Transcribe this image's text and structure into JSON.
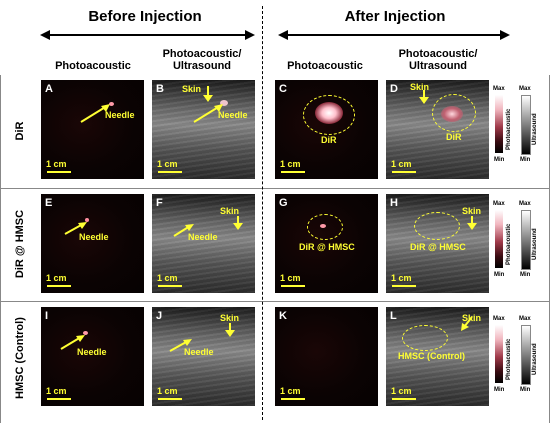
{
  "headers": {
    "before": "Before Injection",
    "after": "After Injection"
  },
  "columns": {
    "pa": "Photoacoustic",
    "pa_us_line1": "Photoacoustic/",
    "pa_us_line2": "Ultrasound"
  },
  "rows": [
    {
      "label": "DiR",
      "panels": [
        {
          "letter": "A",
          "labels": [
            "Needle"
          ],
          "scale": "1 cm"
        },
        {
          "letter": "B",
          "labels": [
            "Skin",
            "Needle"
          ],
          "scale": "1 cm"
        },
        {
          "letter": "C",
          "labels": [
            "DiR"
          ],
          "scale": "1 cm"
        },
        {
          "letter": "D",
          "labels": [
            "Skin",
            "DiR"
          ],
          "scale": "1 cm"
        }
      ]
    },
    {
      "label": "DiR @ HMSC",
      "panels": [
        {
          "letter": "E",
          "labels": [
            "Needle"
          ],
          "scale": "1 cm"
        },
        {
          "letter": "F",
          "labels": [
            "Skin",
            "Needle"
          ],
          "scale": "1 cm"
        },
        {
          "letter": "G",
          "labels": [
            "DiR @ HMSC"
          ],
          "scale": "1 cm"
        },
        {
          "letter": "H",
          "labels": [
            "Skin",
            "DiR @ HMSC"
          ],
          "scale": "1 cm"
        }
      ]
    },
    {
      "label": "HMSC (Control)",
      "panels": [
        {
          "letter": "I",
          "labels": [
            "Needle"
          ],
          "scale": "1 cm"
        },
        {
          "letter": "J",
          "labels": [
            "Skin",
            "Needle"
          ],
          "scale": "1 cm"
        },
        {
          "letter": "K",
          "labels": [],
          "scale": "1 cm"
        },
        {
          "letter": "L",
          "labels": [
            "Skin",
            "HMSC (Control)"
          ],
          "scale": "1 cm"
        }
      ]
    }
  ],
  "colorbars": {
    "max": "Max",
    "min": "Min",
    "pa": "Photoacoustic",
    "us": "Ultrasound"
  },
  "colors": {
    "label": "#ffff33"
  }
}
